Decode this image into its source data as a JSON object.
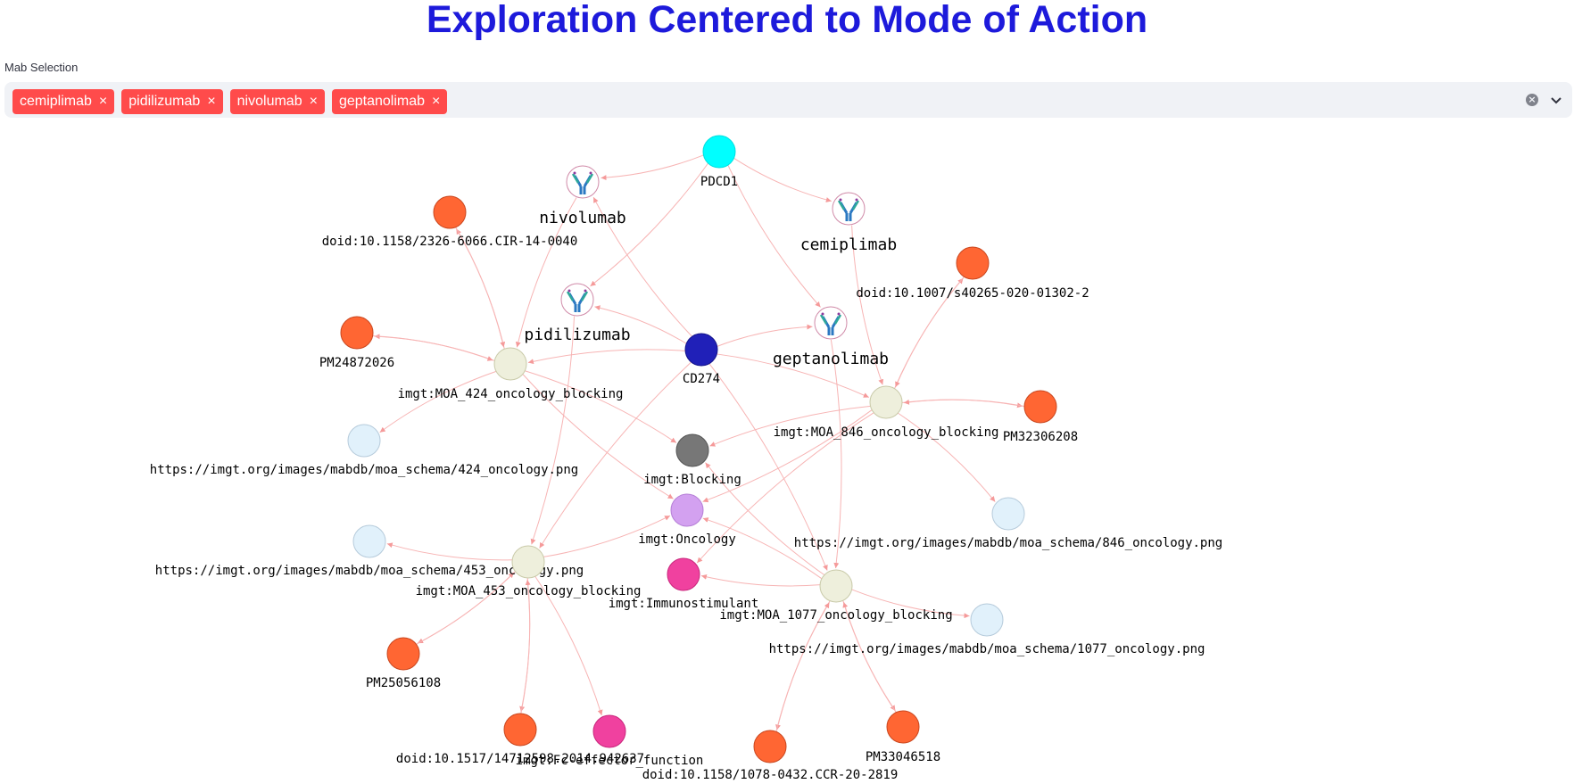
{
  "title": "Exploration Centered to Mode of Action",
  "selection": {
    "label": "Mab Selection",
    "chips": [
      "cemiplimab",
      "pidilizumab",
      "nivolumab",
      "geptanolimab"
    ],
    "remove_glyph": "×"
  },
  "colors": {
    "title": "#1d1adb",
    "chip": "#ff4b4b",
    "target_pdcd1": "#00ffff",
    "target_cd274": "#2020b8",
    "moa": "#eeefdc",
    "reference": "#ff6633",
    "image_link": "#e1f1fb",
    "blocking": "#777777",
    "oncology": "#d3a1f0",
    "immunostimulant": "#f0419f",
    "edge": "#f7b4b4"
  },
  "graph": {
    "nodes": [
      {
        "id": "pdcd1",
        "label": "PDCD1",
        "kind": "target_pdcd1"
      },
      {
        "id": "cd274",
        "label": "CD274",
        "kind": "target_cd274"
      },
      {
        "id": "nivolumab",
        "label": "nivolumab",
        "kind": "antibody"
      },
      {
        "id": "cemiplimab",
        "label": "cemiplimab",
        "kind": "antibody"
      },
      {
        "id": "pidilizumab",
        "label": "pidilizumab",
        "kind": "antibody"
      },
      {
        "id": "geptanolimab",
        "label": "geptanolimab",
        "kind": "antibody"
      },
      {
        "id": "doi_cir",
        "label": "doid:10.1158/2326-6066.CIR-14-0040",
        "kind": "reference"
      },
      {
        "id": "doi_s40265",
        "label": "doid:10.1007/s40265-020-01302-2",
        "kind": "reference"
      },
      {
        "id": "pm24872026",
        "label": "PM24872026",
        "kind": "reference"
      },
      {
        "id": "moa424",
        "label": "imgt:MOA_424_oncology_blocking",
        "kind": "moa"
      },
      {
        "id": "moa846",
        "label": "imgt:MOA_846_oncology_blocking",
        "kind": "moa"
      },
      {
        "id": "pm32306208",
        "label": "PM32306208",
        "kind": "reference"
      },
      {
        "id": "img424",
        "label": "https://imgt.org/images/mabdb/moa_schema/424_oncology.png",
        "kind": "image_link"
      },
      {
        "id": "blocking",
        "label": "imgt:Blocking",
        "kind": "blocking"
      },
      {
        "id": "oncology",
        "label": "imgt:Oncology",
        "kind": "oncology"
      },
      {
        "id": "img846",
        "label": "https://imgt.org/images/mabdb/moa_schema/846_oncology.png",
        "kind": "image_link"
      },
      {
        "id": "img453",
        "label": "https://imgt.org/images/mabdb/moa_schema/453_oncology.png",
        "kind": "image_link"
      },
      {
        "id": "moa453",
        "label": "imgt:MOA_453_oncology_blocking",
        "kind": "moa"
      },
      {
        "id": "immuno",
        "label": "imgt:Immunostimulant",
        "kind": "immunostimulant"
      },
      {
        "id": "moa1077",
        "label": "imgt:MOA_1077_oncology_blocking",
        "kind": "moa"
      },
      {
        "id": "img1077",
        "label": "https://imgt.org/images/mabdb/moa_schema/1077_oncology.png",
        "kind": "image_link"
      },
      {
        "id": "pm25056108",
        "label": "PM25056108",
        "kind": "reference"
      },
      {
        "id": "doi_1517",
        "label": "doid:10.1517/14712598.2014.942637",
        "kind": "reference"
      },
      {
        "id": "fc",
        "label": "imgt:Fc-effector_function",
        "kind": "immunostimulant"
      },
      {
        "id": "doi_ccr",
        "label": "doid:10.1158/1078-0432.CCR-20-2819",
        "kind": "reference"
      },
      {
        "id": "pm33046518",
        "label": "PM33046518",
        "kind": "reference"
      }
    ],
    "edges": [
      [
        "pdcd1",
        "nivolumab"
      ],
      [
        "pdcd1",
        "cemiplimab"
      ],
      [
        "pdcd1",
        "pidilizumab"
      ],
      [
        "pdcd1",
        "geptanolimab"
      ],
      [
        "cd274",
        "nivolumab"
      ],
      [
        "cd274",
        "pidilizumab"
      ],
      [
        "cd274",
        "geptanolimab"
      ],
      [
        "cd274",
        "moa424"
      ],
      [
        "cd274",
        "moa846"
      ],
      [
        "cd274",
        "moa453"
      ],
      [
        "cd274",
        "moa1077"
      ],
      [
        "nivolumab",
        "moa424"
      ],
      [
        "pidilizumab",
        "moa453"
      ],
      [
        "cemiplimab",
        "moa846"
      ],
      [
        "geptanolimab",
        "moa1077"
      ],
      [
        "moa424",
        "doi_cir"
      ],
      [
        "doi_cir",
        "moa424"
      ],
      [
        "moa424",
        "pm24872026"
      ],
      [
        "pm24872026",
        "moa424"
      ],
      [
        "moa424",
        "img424"
      ],
      [
        "moa424",
        "blocking"
      ],
      [
        "moa424",
        "oncology"
      ],
      [
        "moa846",
        "doi_s40265"
      ],
      [
        "doi_s40265",
        "moa846"
      ],
      [
        "moa846",
        "pm32306208"
      ],
      [
        "pm32306208",
        "moa846"
      ],
      [
        "moa846",
        "img846"
      ],
      [
        "moa846",
        "blocking"
      ],
      [
        "moa846",
        "oncology"
      ],
      [
        "moa846",
        "immuno"
      ],
      [
        "moa453",
        "img453"
      ],
      [
        "moa453",
        "oncology"
      ],
      [
        "moa453",
        "pm25056108"
      ],
      [
        "pm25056108",
        "moa453"
      ],
      [
        "moa453",
        "doi_1517"
      ],
      [
        "doi_1517",
        "moa453"
      ],
      [
        "moa453",
        "fc"
      ],
      [
        "moa1077",
        "img1077"
      ],
      [
        "moa1077",
        "blocking"
      ],
      [
        "moa1077",
        "oncology"
      ],
      [
        "moa1077",
        "immuno"
      ],
      [
        "moa1077",
        "doi_ccr"
      ],
      [
        "doi_ccr",
        "moa1077"
      ],
      [
        "moa1077",
        "pm33046518"
      ],
      [
        "pm33046518",
        "moa1077"
      ]
    ]
  }
}
